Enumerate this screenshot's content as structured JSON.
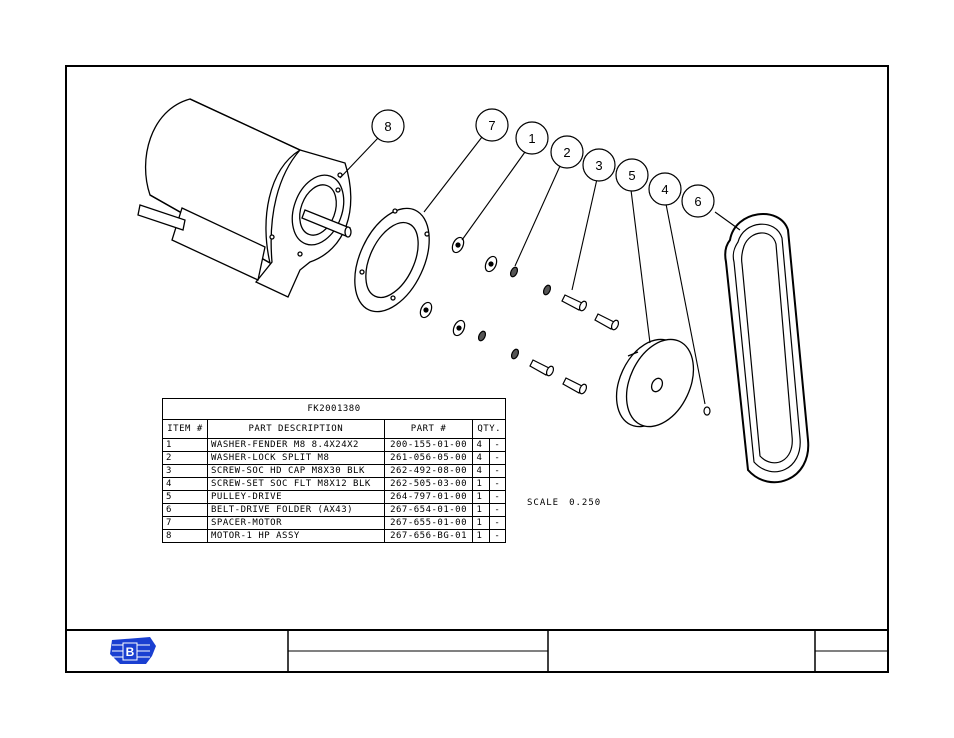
{
  "callouts": [
    "8",
    "7",
    "1",
    "2",
    "3",
    "5",
    "4",
    "6"
  ],
  "bom": {
    "title": "FK2001380",
    "headers": [
      "ITEM #",
      "PART DESCRIPTION",
      "PART #",
      "QTY."
    ],
    "rows": [
      {
        "item": "1",
        "description": "WASHER-FENDER M8 8.4X24X2",
        "part": "200-155-01-00",
        "qty": "4",
        "extra": "-"
      },
      {
        "item": "2",
        "description": "WASHER-LOCK SPLIT M8",
        "part": "261-056-05-00",
        "qty": "4",
        "extra": "-"
      },
      {
        "item": "3",
        "description": "SCREW-SOC HD CAP M8X30 BLK",
        "part": "262-492-08-00",
        "qty": "4",
        "extra": "-"
      },
      {
        "item": "4",
        "description": "SCREW-SET SOC FLT M8X12 BLK",
        "part": "262-505-03-00",
        "qty": "1",
        "extra": "-"
      },
      {
        "item": "5",
        "description": "PULLEY-DRIVE",
        "part": "264-797-01-00",
        "qty": "1",
        "extra": "-"
      },
      {
        "item": "6",
        "description": "BELT-DRIVE FOLDER (AX43)",
        "part": "267-654-01-00",
        "qty": "1",
        "extra": "-"
      },
      {
        "item": "7",
        "description": "SPACER-MOTOR",
        "part": "267-655-01-00",
        "qty": "1",
        "extra": "-"
      },
      {
        "item": "8",
        "description": "MOTOR-1 HP ASSY",
        "part": "267-656-BG-01",
        "qty": "1",
        "extra": "-"
      }
    ]
  },
  "scale": {
    "label": "SCALE",
    "value": "0.250"
  },
  "logo": {
    "letter": "B"
  },
  "colors": {
    "logo_blue": "#1a3fd1",
    "ink": "#000000"
  }
}
